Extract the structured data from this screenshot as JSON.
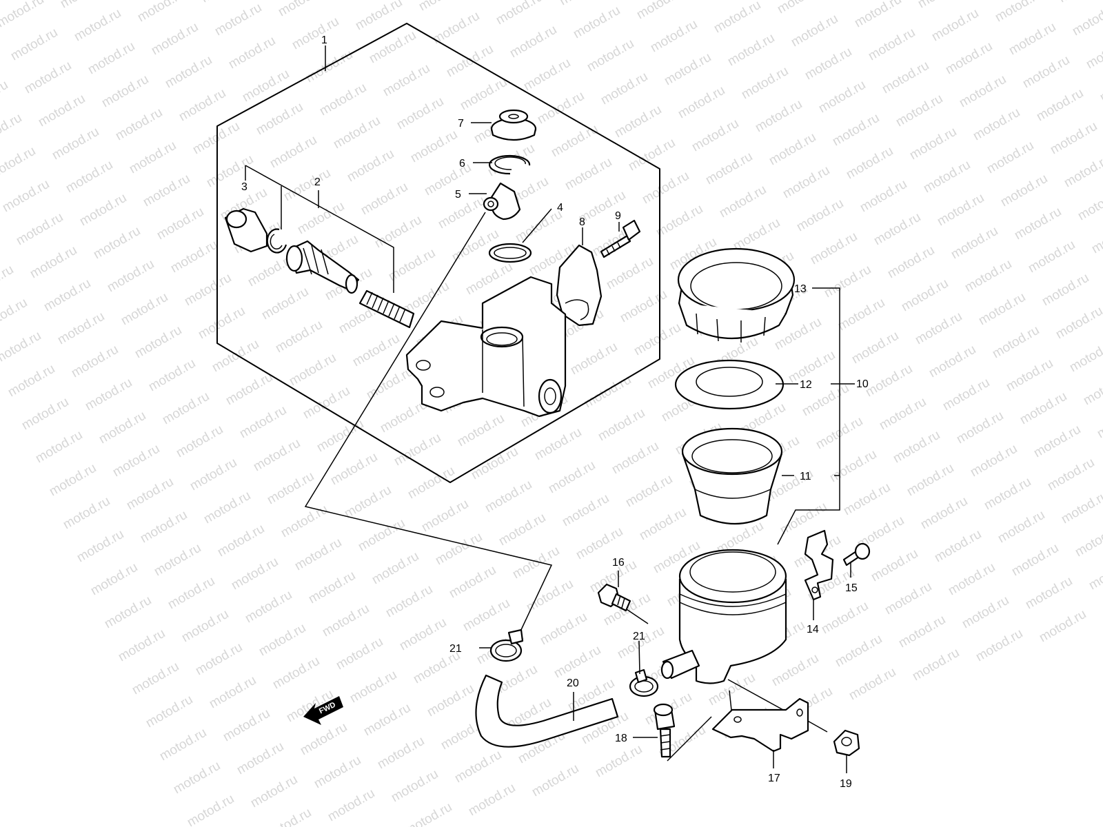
{
  "watermark": "motod.ru",
  "callouts": {
    "c1": "1",
    "c2": "2",
    "c3": "3",
    "c4": "4",
    "c5": "5",
    "c6": "6",
    "c7": "7",
    "c8": "8",
    "c9": "9",
    "c10": "10",
    "c11": "11",
    "c12": "12",
    "c13": "13",
    "c14": "14",
    "c15": "15",
    "c16": "16",
    "c17": "17",
    "c18": "18",
    "c19": "19",
    "c20": "20",
    "c21a": "21",
    "c21b": "21"
  },
  "direction_label": "FWD",
  "colors": {
    "line": "#000000",
    "watermark": "#d6d6d6",
    "background": "#ffffff"
  }
}
